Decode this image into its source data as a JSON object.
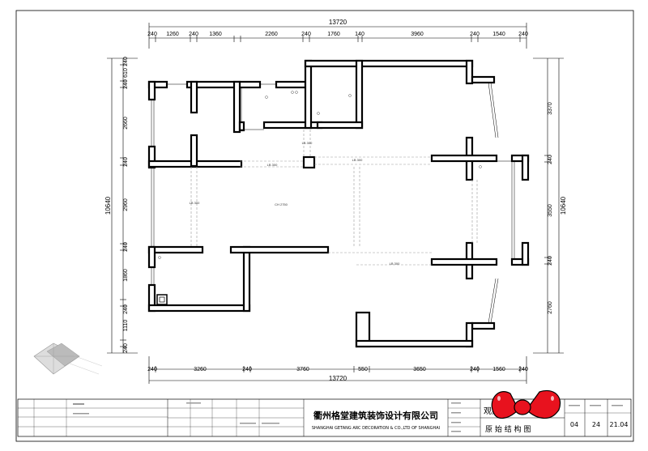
{
  "dimensions": {
    "top_total": "13720",
    "bottom_total": "13720",
    "top_segments": [
      "240",
      "1260",
      "240",
      "1360",
      "2260",
      "240",
      "1760",
      "140",
      "3960",
      "240",
      "1540",
      "240"
    ],
    "bottom_segments": [
      "240",
      "3260",
      "240",
      "3760",
      "550",
      "3650",
      "240",
      "1560",
      "240"
    ],
    "left_total": "10640",
    "left_segments": [
      "240",
      "610",
      "240",
      "2660",
      "240",
      "2960",
      "240",
      "1860",
      "240",
      "1110",
      "240"
    ],
    "right_total": "10640",
    "right_segments": [
      "3370",
      "240",
      "3550",
      "240",
      "2760"
    ]
  },
  "annotations": {
    "beam_1": "LB 300",
    "beam_2": "LB 300",
    "beam_3": "LB 300",
    "beam_4": "LB 300",
    "beam_5": "LB 300",
    "ceiling": "CH 2750"
  },
  "title_block": {
    "company_cn": "衢州格堂建筑装饰设计有限公司",
    "company_en": "SHANGHAI GETANG ARC DECORATION & CO.,LTD OF SHANGHAI",
    "project_name": "观棠府",
    "drawing_title": "原 始 结 构 图",
    "sheet_no": "04",
    "page": "24",
    "version": "21.04"
  }
}
